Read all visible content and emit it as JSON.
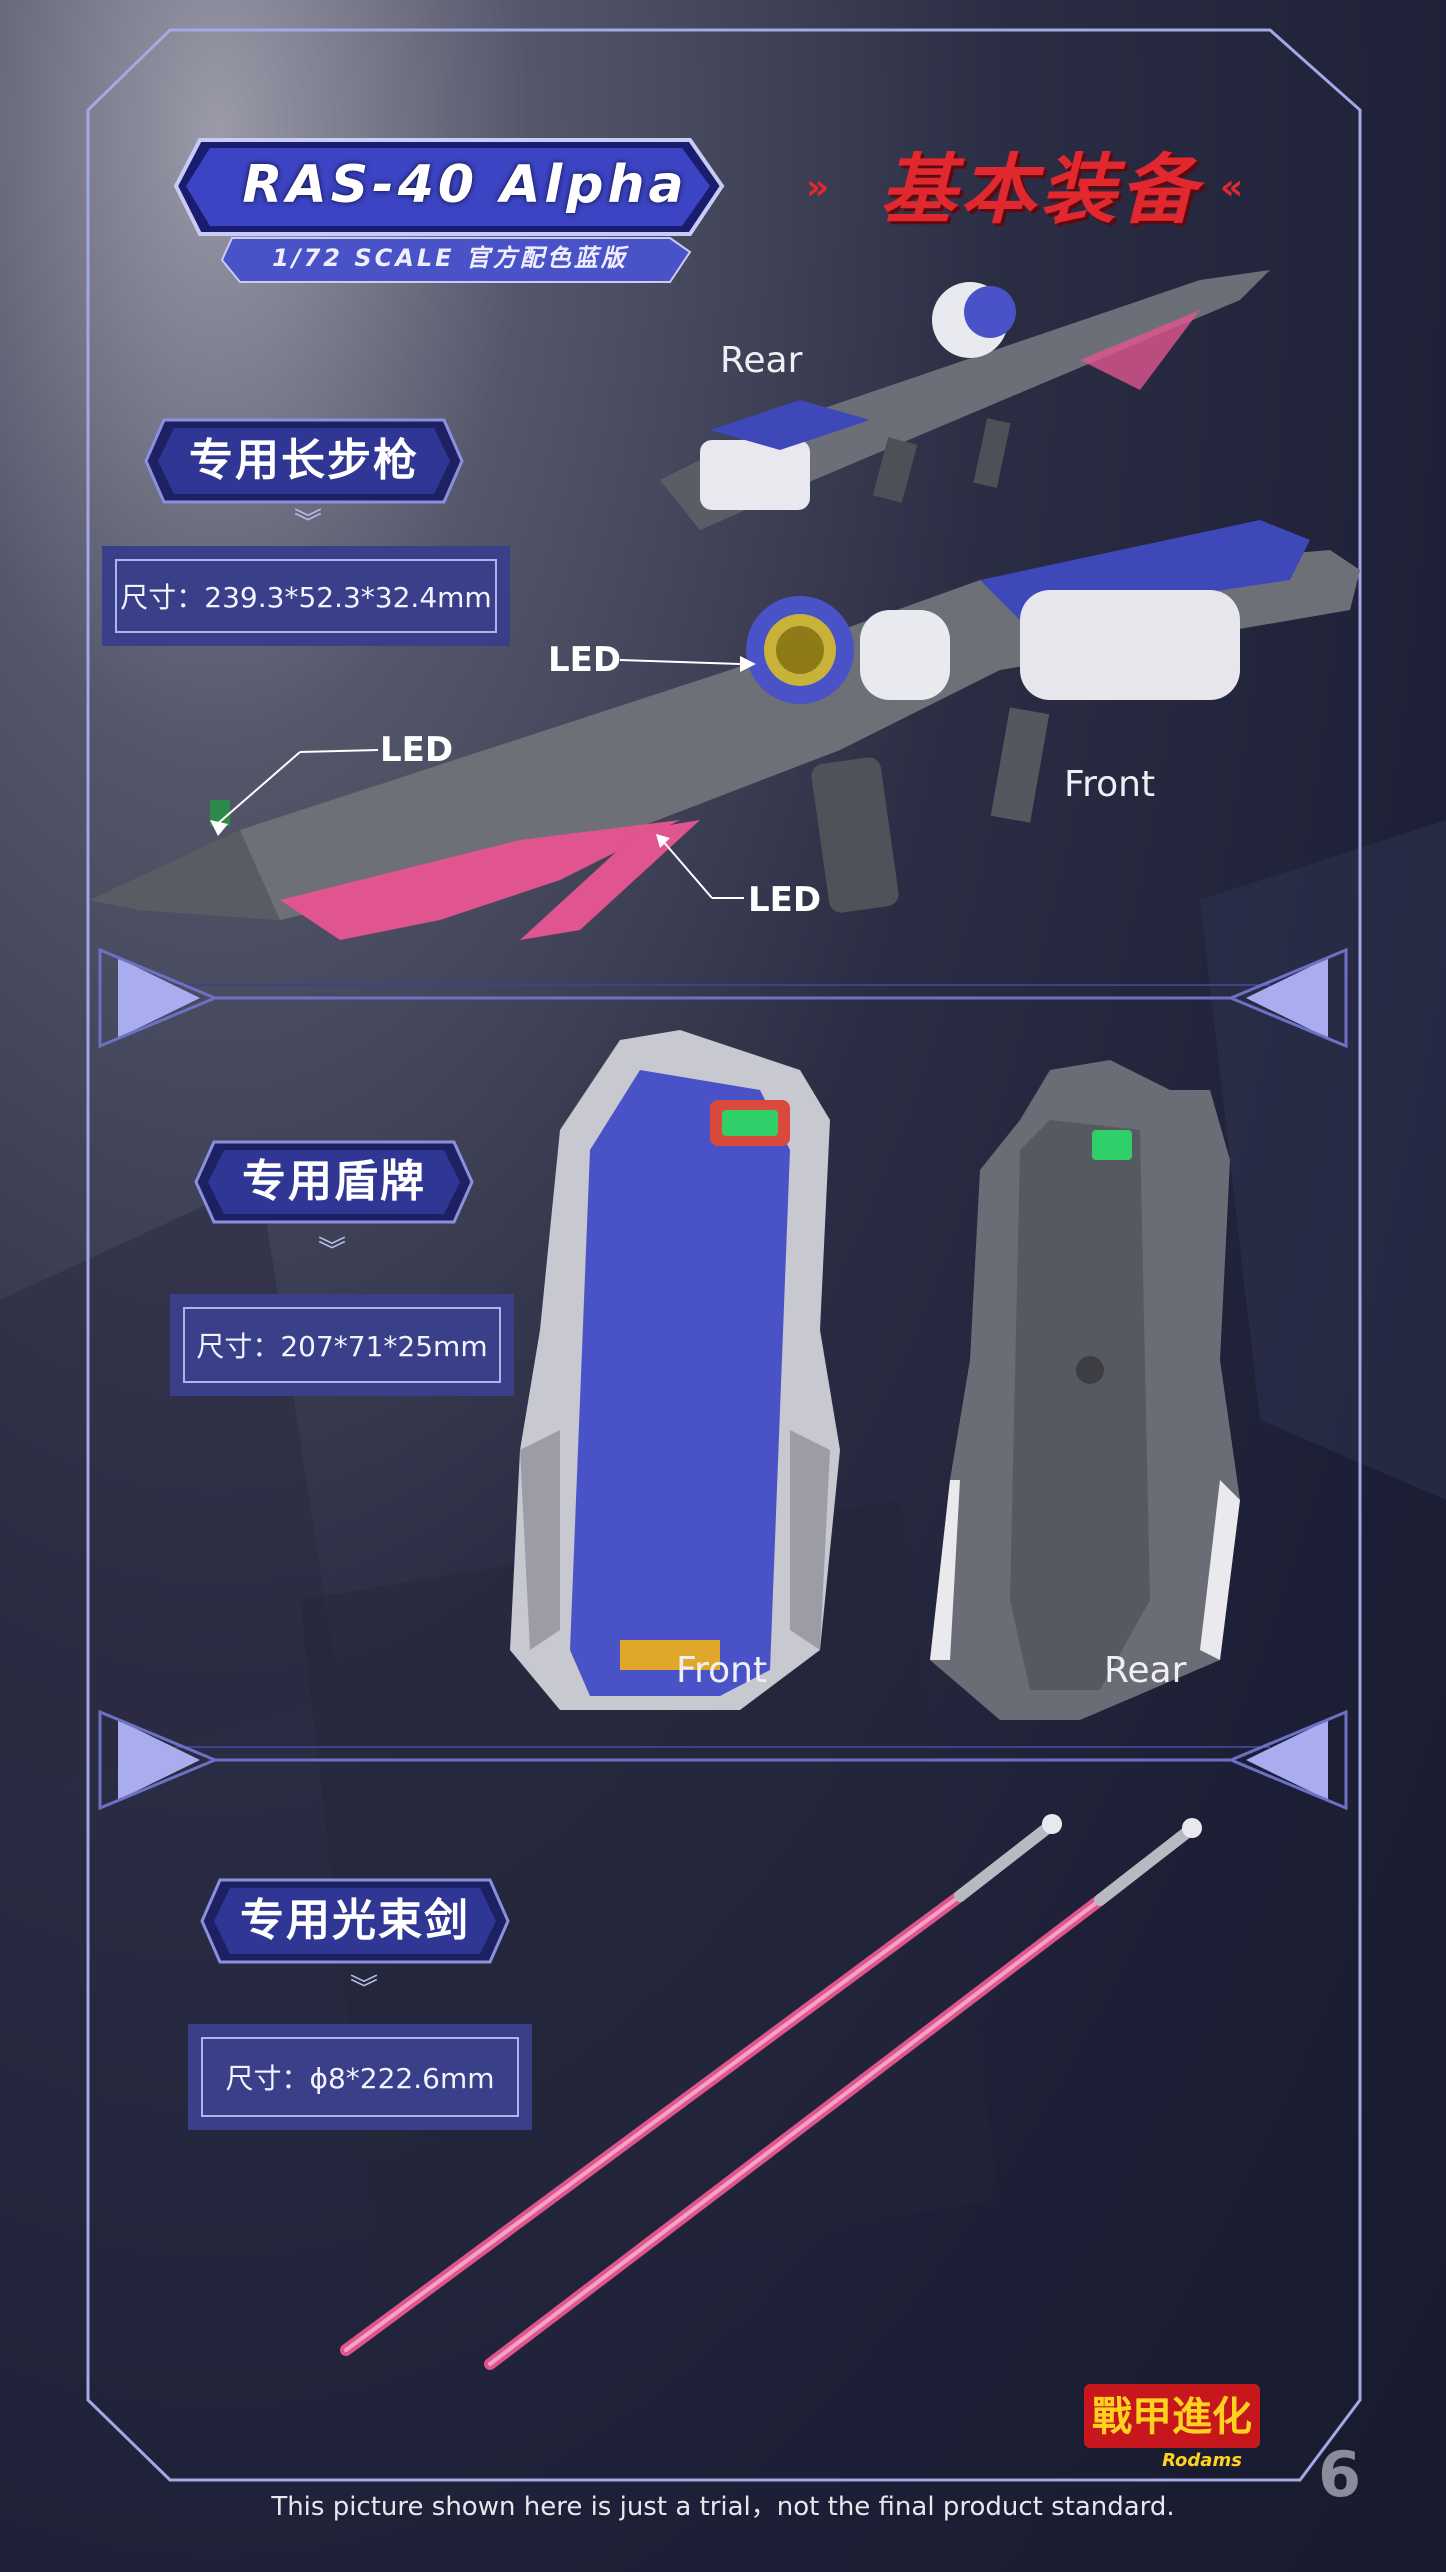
{
  "header": {
    "model_name": "RAS-40 Alpha",
    "scale_line": "1/72  SCALE  官方配色蓝版",
    "section_title": "基本装备",
    "left_chevrons": "»",
    "right_chevrons": "«"
  },
  "sections": [
    {
      "label": "专用长步枪",
      "size": "尺寸：239.3*52.3*32.4mm",
      "views": [
        "Rear",
        "Front"
      ],
      "callouts": [
        "LED",
        "LED",
        "LED"
      ]
    },
    {
      "label": "专用盾牌",
      "size": "尺寸：207*71*25mm",
      "views": [
        "Front",
        "Rear"
      ]
    },
    {
      "label": "专用光束剑",
      "size": "尺寸：ϕ8*222.6mm"
    }
  ],
  "footer": {
    "disclaimer": "This picture shown here is just a trial，not the final product standard.",
    "page_number": "6",
    "brand_logo_cn": "戰甲進化",
    "brand_logo_en": "Rodams"
  },
  "colors": {
    "accent_blue": "#4a52c8",
    "beam_pink": "#e0558f",
    "title_red": "#e0282e",
    "frame_line": "#a3a8e6"
  }
}
